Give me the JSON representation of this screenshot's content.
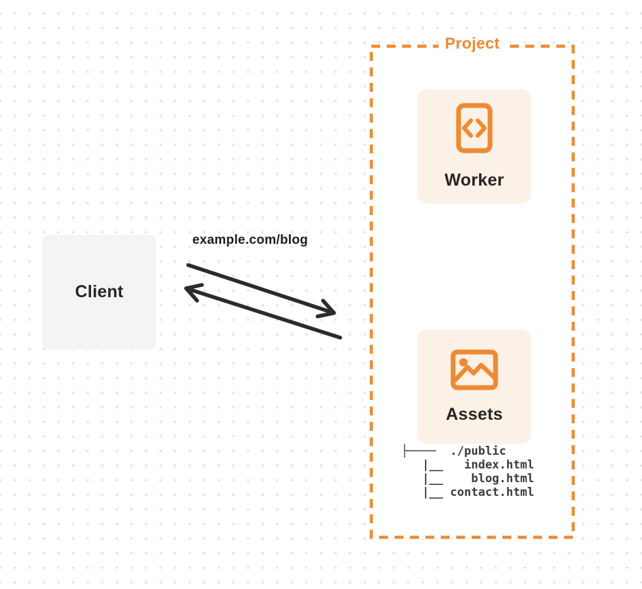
{
  "client": {
    "label": "Client"
  },
  "request": {
    "url_label": "example.com/blog"
  },
  "project": {
    "label": "Project",
    "worker": {
      "label": "Worker",
      "icon": "code-icon"
    },
    "assets": {
      "label": "Assets",
      "icon": "image-icon",
      "file_tree": "├────  ./public\n   |__   index.html\n   |__    blog.html\n   |__ contact.html"
    }
  },
  "colors": {
    "accent_orange": "#ED8A33",
    "card_background": "#FCF1E6",
    "client_background": "#F4F4F5",
    "text_dark": "#262626",
    "tree_text": "#3B3B3B",
    "arrow_color": "#2B2B2B",
    "dot_grid": "#E4E4E6"
  }
}
